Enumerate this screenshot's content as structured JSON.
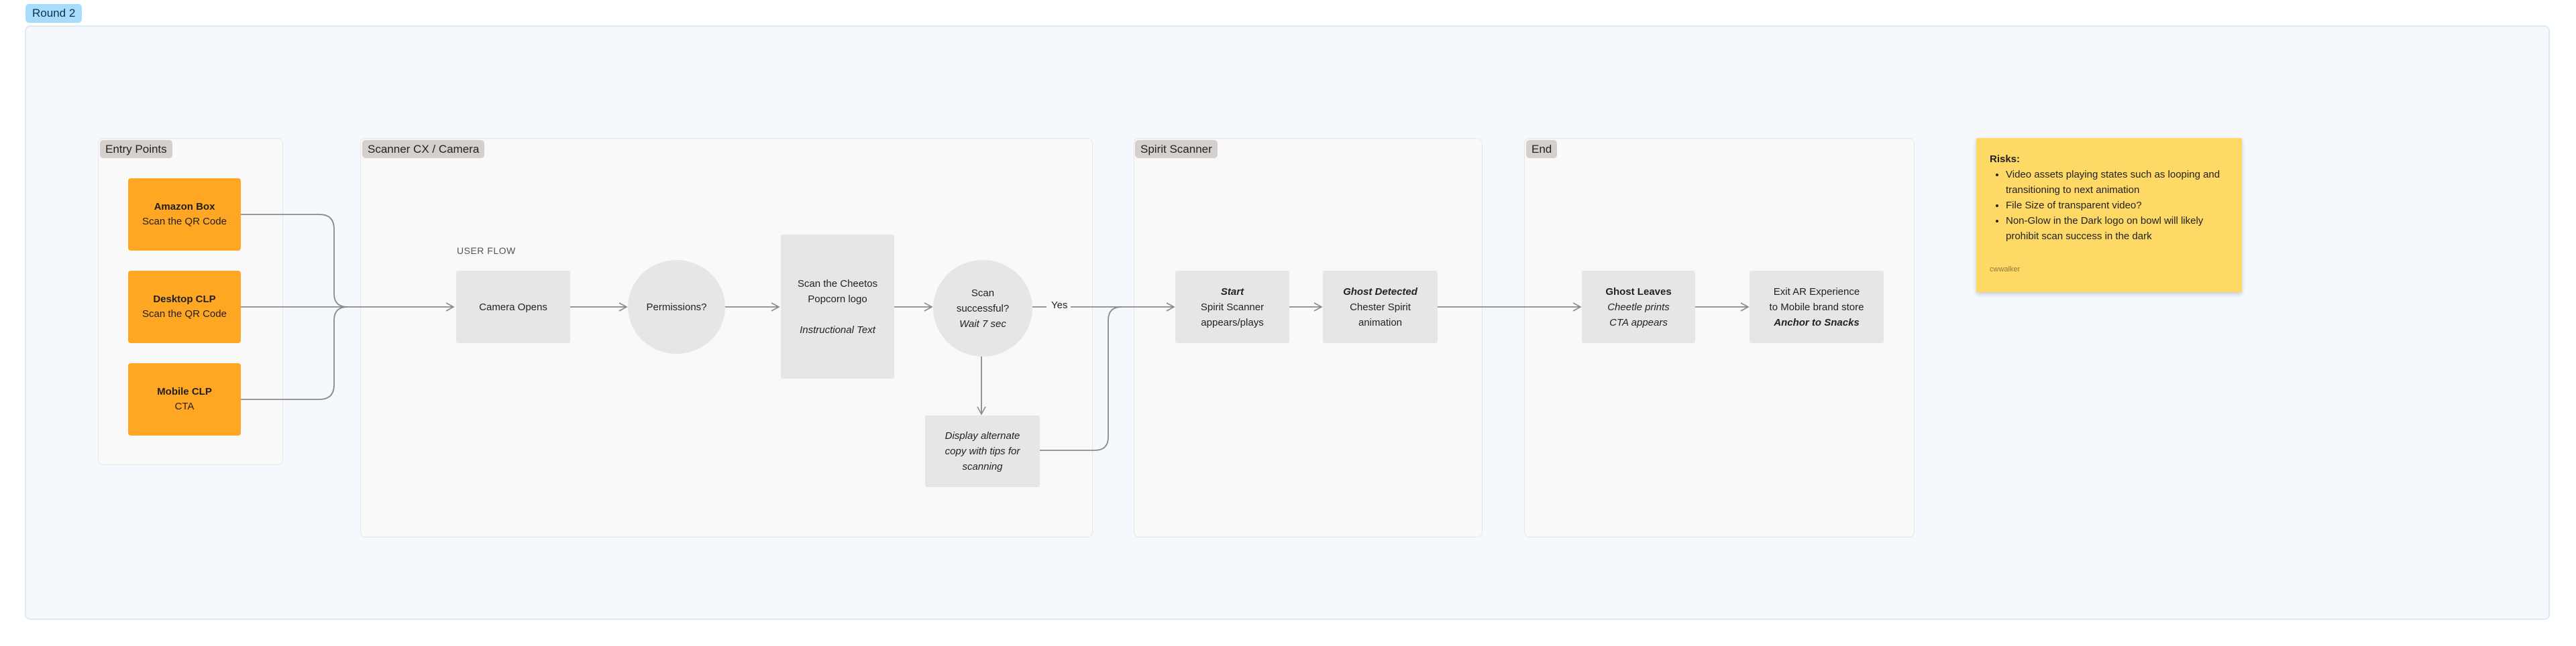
{
  "round_label": "Round 2",
  "sections": {
    "entry_points": "Entry Points",
    "scanner_cx": "Scanner CX / Camera",
    "spirit_scanner": "Spirit Scanner",
    "end": "End"
  },
  "entry_points": {
    "amazon": {
      "title": "Amazon Box",
      "sub": "Scan the QR Code"
    },
    "desktop": {
      "title": "Desktop CLP",
      "sub": "Scan the QR Code"
    },
    "mobile": {
      "title": "Mobile CLP",
      "sub": "CTA"
    }
  },
  "scanner": {
    "user_flow_label": "USER FLOW",
    "camera_opens": "Camera Opens",
    "permissions": "Permissions?",
    "scan_logo_line1": "Scan the Cheetos",
    "scan_logo_line2": "Popcorn logo",
    "scan_logo_note": "Instructional Text",
    "scan_success_line1": "Scan",
    "scan_success_line2": "successful?",
    "scan_success_note": "Wait 7 sec",
    "yes_label": "Yes",
    "alternate_line1": "Display alternate",
    "alternate_line2": "copy with tips for",
    "alternate_line3": "scanning"
  },
  "spirit": {
    "start_title": "Start",
    "start_line1": "Spirit Scanner",
    "start_line2": "appears/plays",
    "ghost_title": "Ghost Detected",
    "ghost_line1": "Chester Spirit",
    "ghost_line2": "animation"
  },
  "end": {
    "leaves_title": "Ghost Leaves",
    "leaves_line1": "Cheetle prints",
    "leaves_line2": "CTA appears",
    "exit_line1": "Exit AR Experience",
    "exit_line2": "to Mobile brand store",
    "exit_line3": "Anchor to Snacks"
  },
  "sticky_note": {
    "title": "Risks:",
    "items": [
      "Video assets playing states such as looping and transitioning to next animation",
      "File Size of transparent video?",
      "Non-Glow in the Dark logo on bowl will likely prohibit scan success in the dark"
    ],
    "author": "cwwalker"
  },
  "colors": {
    "entry_node": "#ffa623",
    "process_node": "#e6e6e6",
    "sticky": "#ffd966",
    "round_tag": "#a9dbfb",
    "section_tag": "#d6d0cd",
    "connector": "#8a8a8a"
  }
}
